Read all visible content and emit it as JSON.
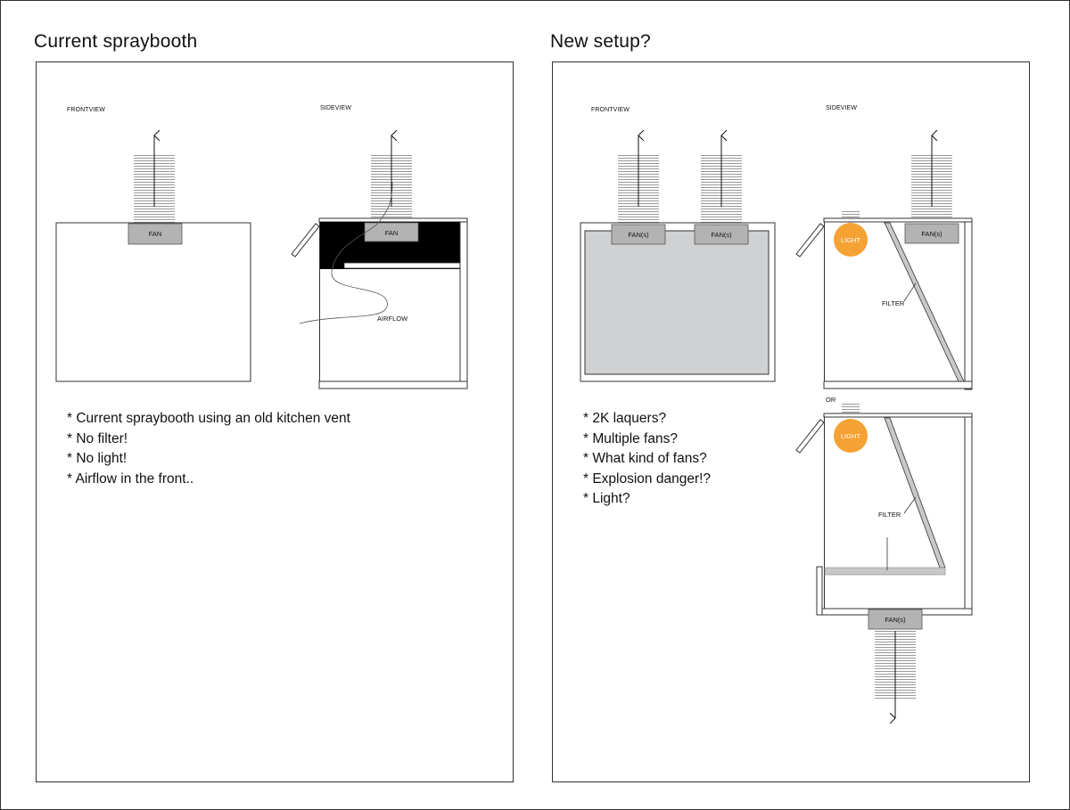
{
  "left": {
    "title": "Current spraybooth",
    "frontview_label": "FRONTVIEW",
    "sideview_label": "SIDEVIEW",
    "fan_label": "FAN",
    "airflow_label": "AIRFLOW",
    "notes": [
      "Current spraybooth using an old kitchen vent",
      "No filter!",
      "No light!",
      "Airflow in the front.."
    ]
  },
  "right": {
    "title": "New setup?",
    "frontview_label": "FRONTVIEW",
    "sideview_label": "SIDEVIEW",
    "fans_label": "FAN(s)",
    "light_label": "LIGHT",
    "filter_label": "FILTER",
    "or_label": "OR",
    "notes": [
      "2K laquers?",
      "Multiple fans?",
      "What kind of fans?",
      "Explosion danger!?",
      "Light?"
    ]
  },
  "colors": {
    "light": "#f5a234",
    "filter": "#c8c8c8",
    "fan_box": "#b3b3b3",
    "booth_fill": "#d0d1d3"
  }
}
